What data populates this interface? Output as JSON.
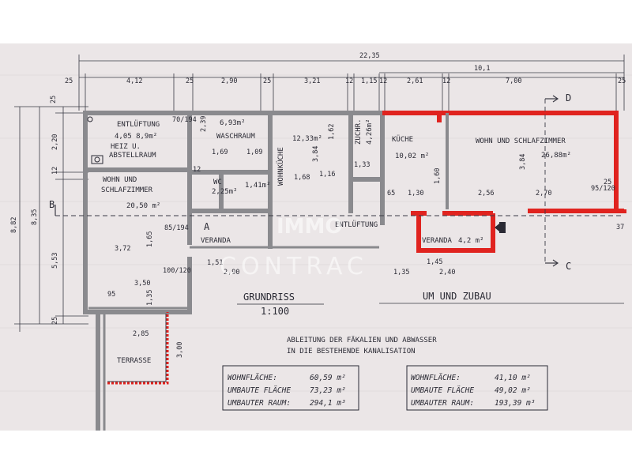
{
  "overall_width": "22,35",
  "top_dims": [
    "25",
    "4,12",
    "25",
    "2,90",
    "25",
    "3,21",
    "12",
    "1,15",
    "12",
    "2,61",
    "12",
    "7,00",
    "25"
  ],
  "right_top_dim": "10,1",
  "left_dims": [
    "25",
    "2,20",
    "12",
    "5,53",
    "25",
    "8,35",
    "8,82"
  ],
  "section_markers": {
    "b": "B",
    "c": "C",
    "d": "D",
    "a": "A"
  },
  "rooms": {
    "entlueftung_top": "ENTLÜFTUNG",
    "heiz_line1": "HEIZ U.",
    "heiz_line2": "ABSTELLRAUM",
    "heiz_area": "4,05  8,9m²",
    "waschraum": "WASCHRAUM",
    "waschraum_area": "6,93m²",
    "wohnkueche": "WOHNKÜCHE",
    "wohnkueche_area": "12,33m²",
    "zuchr": "ZUCHR.",
    "zuchr_area": "4,26m²",
    "wc": "WC",
    "wc_area": "2,25m²",
    "wc_area2": "1,41m²",
    "wohn_left_1": "WOHN UND",
    "wohn_left_2": "SCHLAFZIMMER",
    "wohn_left_area": "20,50 m²",
    "veranda_left": "VERANDA",
    "terrasse": "TERRASSE",
    "kueche": "KÜCHE",
    "kueche_area": "10,02 m²",
    "wohn_right": "WOHN UND SCHLAFZIMMER",
    "wohn_right_area": "26,88m²",
    "entlueftung_mid": "ENTLÜFTUNG",
    "veranda_right": "VERANDA",
    "veranda_right_area": "4,2 m²"
  },
  "inner_dims": {
    "d_70_194": "70/194",
    "d_85_194": "85/194",
    "d_100_120": "100/120",
    "d_372": "3,72",
    "d_350": "3,50",
    "d_165": "1,65",
    "d_135": "1,35",
    "d_95": "95",
    "d_285": "2,85",
    "d_300": "3,00",
    "d_239": "2,39",
    "d_169": "1,69",
    "d_109": "1,09",
    "d_384a": "3,84",
    "d_168": "1,68",
    "d_162": "1,62",
    "d_116": "1,16",
    "d_133": "1,33",
    "d_384b": "3,84",
    "d_256": "2,56",
    "d_270": "2,70",
    "d_130": "1,30",
    "d_160": "1,60",
    "d_151": "1,51",
    "d_290b": "2,90",
    "d_145": "1,45",
    "d_240": "2,40",
    "d_135b": "1,35",
    "d_25": "25",
    "d_12": "12",
    "d_65": "65",
    "d_37": "37",
    "d_95_120": "95/120"
  },
  "title_grundriss": "GRUNDRISS",
  "title_scale": "1:100",
  "title_umbau": "UM UND ZUBAU",
  "note_line1": "ABLEITUNG DER FÄKALIEN UND ABWASSER",
  "note_line2": "IN DIE BESTEHENDE KANALISATION",
  "box_left": [
    {
      "label": "WOHNFLÄCHE:",
      "value": "60,59 m²"
    },
    {
      "label": "UMBAUTE FLÄCHE",
      "value": "73,23 m²"
    },
    {
      "label": "UMBAUTER RAUM:",
      "value": "294,1 m³"
    }
  ],
  "box_right": [
    {
      "label": "WOHNFLÄCHE:",
      "value": "41,10 m²"
    },
    {
      "label": "UMBAUTE FLÄCHE",
      "value": "49,02 m²"
    },
    {
      "label": "UMBAUTER RAUM:",
      "value": "193,39 m³"
    }
  ],
  "watermark_1": "IMMO",
  "watermark_2": "CONTRAC",
  "colors": {
    "wall": "#8a8a8e",
    "new_wall": "#e0231f",
    "ink": "#2a2a34",
    "paper": "#ebe6e7"
  }
}
